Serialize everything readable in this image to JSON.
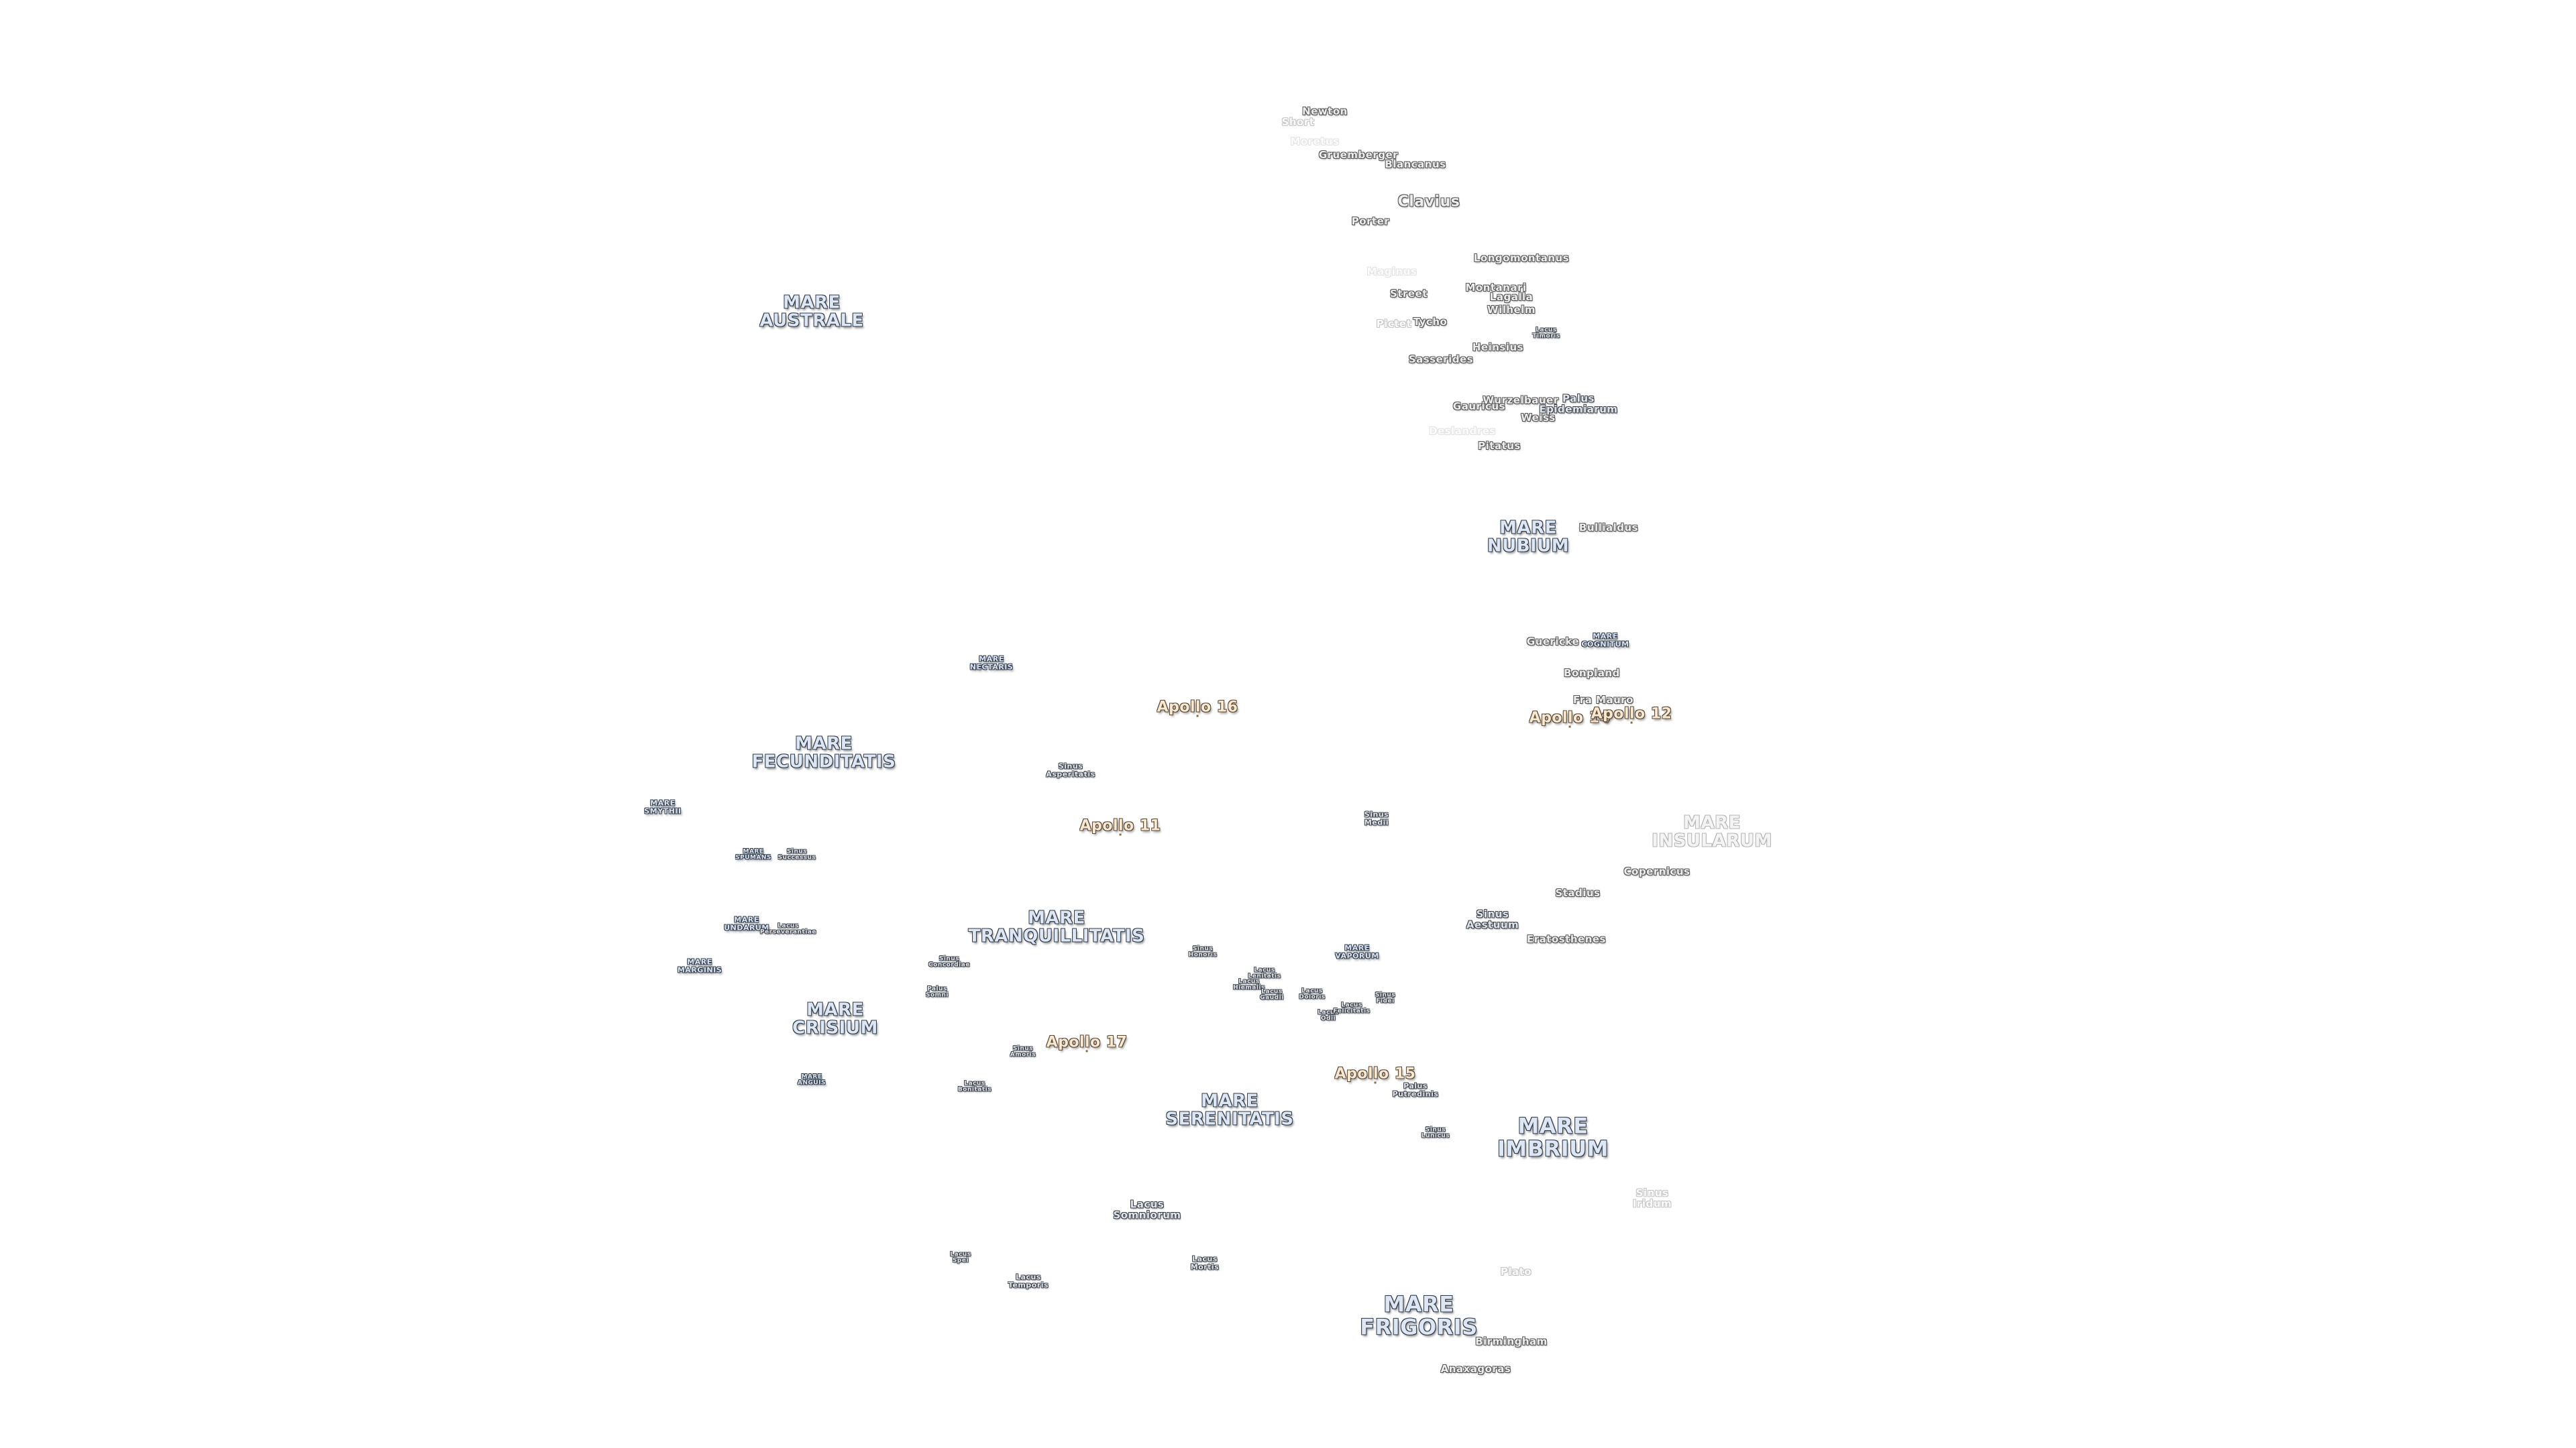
{
  "labels": {
    "newton": "Newton",
    "short": "Short",
    "moretus": "Moretus",
    "gruemberger": "Gruemberger",
    "blancanus": "Blancanus",
    "clavius": "Clavius",
    "porter": "Porter",
    "longomontanus": "Longomontanus",
    "maginus": "Maginus",
    "montanari": "Montanari",
    "lagalla": "Lagalla",
    "street": "Street",
    "wilhelm": "Wilhelm",
    "tycho": "Tycho",
    "pictet": "Pictet",
    "lacus_timoris": "Lacus\nTimoris",
    "heinsius": "Heinsius",
    "sasserides": "Sasserides",
    "wurzelbauer": "Wurzelbauer",
    "gauricus": "Gauricus",
    "palus_epidemiarum": "Palus\nEpidemiarum",
    "weiss": "Weiss",
    "deslandres": "Deslandres",
    "pitatus": "Pitatus",
    "mare_australe": "MARE\nAUSTRALE",
    "mare_nubium": "MARE\nNUBIUM",
    "bullialdus": "Bullialdus",
    "mare_cognitum": "MARE\nCOGNITUM",
    "guericke": "Guericke",
    "bonpland": "Bonpland",
    "fra_mauro": "Fra Mauro",
    "mare_nectaris": "MARE\nNECTARIS",
    "mare_fecunditatis": "MARE\nFECUNDITATIS",
    "mare_smythii": "MARE\nSMYTHII",
    "sinus_asperitatis": "Sinus\nAsperitatis",
    "sinus_medii": "Sinus\nMedii",
    "mare_insularum": "MARE\nINSULARUM",
    "mare_spumans": "MARE\nSPUMANS",
    "sinus_successus": "Sinus\nSuccessus",
    "copernicus": "Copernicus",
    "stadius": "Stadius",
    "mare_undarum": "MARE\nUNDARUM",
    "lacus_perseverantiae": "Lacus\nPerseverantiae",
    "mare_tranquillitatis": "MARE\nTRANQUILLITATIS",
    "sinus_aestuum": "Sinus\nAestuum",
    "eratosthenes": "Eratosthenes",
    "mare_marginis": "MARE\nMARGINIS",
    "sinus_concordiae": "Sinus\nConcordiae",
    "sinus_honoris": "Sinus\nHonoris",
    "lacus_lenitatis": "Lacus\nLenitatis",
    "lacus_hiemalis": "Lacus\nHiemalis",
    "lacus_gaudii": "Lacus\nGaudii",
    "lacus_doloris": "Lacus\nDoloris",
    "mare_vaporum": "MARE\nVAPORUM",
    "palus_somni": "Palus\nSomni",
    "lacus_odii": "Lacus\nOdii",
    "lacus_felicitatis": "Lacus\nFelicitatis",
    "sinus_fidei": "Sinus\nFidei",
    "mare_crisium": "MARE\nCRISIUM",
    "sinus_amoris": "Sinus\nAmoris",
    "mare_anguis": "MARE\nANGUIS",
    "lacus_bonitatis": "Lacus\nBonitatis",
    "palus_putredinis": "Palus\nPutredinis",
    "mare_serenitatis": "MARE\nSERENITATIS",
    "sinus_lunicus": "Sinus\nLunicus",
    "mare_imbrium": "MARE\nIMBRIUM",
    "sinus_iridum": "Sinus\nIridum",
    "lacus_somniorum": "Lacus\nSomniorum",
    "lacus_spei": "Lacus\nSpei",
    "lacus_mortis": "Lacus\nMortis",
    "lacus_temporis": "Lacus\nTemporis",
    "plato": "Plato",
    "mare_frigoris": "MARE\nFRIGORIS",
    "birmingham": "Birmingham",
    "anaxagoras": "Anaxagoras"
  },
  "apollo_sites": {
    "apollo_11": "Apollo 11",
    "apollo_12": "Apollo 12",
    "apollo_14": "Apollo 14",
    "apollo_15": "Apollo 15",
    "apollo_16": "Apollo 16",
    "apollo_17": "Apollo 17"
  },
  "colors": {
    "background": "#ffffff",
    "mare_fill": "#dde6f2",
    "mare_outline": "#2e3a4a",
    "apollo_fill": "#f7e8d2",
    "apollo_outline": "#5a4632"
  }
}
